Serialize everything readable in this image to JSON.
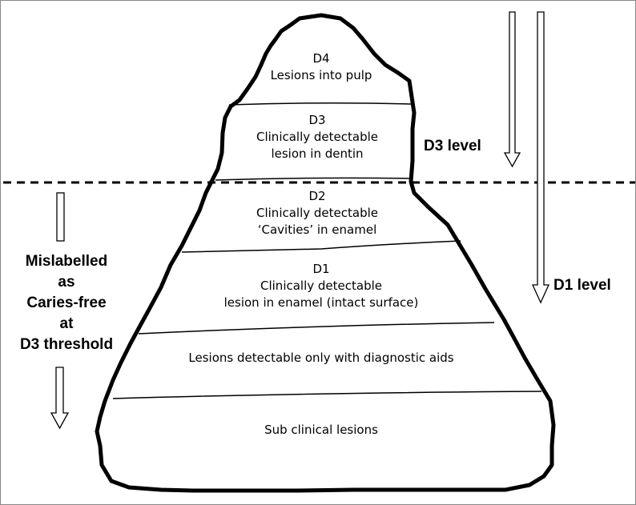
{
  "layers": {
    "d4": {
      "code": "D4",
      "text": "Lesions into pulp"
    },
    "d3": {
      "code": "D3",
      "line1": "Clinically detectable",
      "line2": "lesion in dentin"
    },
    "d2": {
      "code": "D2",
      "line1": "Clinically detectable",
      "line2": "‘Cavities’ in enamel"
    },
    "d1": {
      "code": "D1",
      "line1": "Clinically detectable",
      "line2": "lesion in enamel (intact surface)"
    },
    "aids": {
      "text": "Lesions detectable only with diagnostic aids"
    },
    "subclinical": {
      "text": "Sub clinical lesions"
    }
  },
  "levels": {
    "d3": "D3 level",
    "d1": "D1 level"
  },
  "mislabelled": [
    "Mislabelled",
    "as",
    "Caries-free",
    "at",
    "D3 threshold"
  ]
}
